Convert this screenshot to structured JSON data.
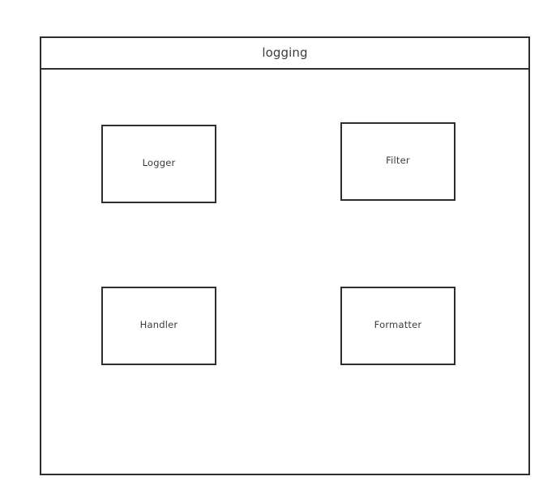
{
  "diagram": {
    "type": "uml-package-diagram",
    "background_color": "#ffffff",
    "line_color": "#2b2d2e",
    "text_color": "#3a3c3d",
    "package": {
      "name": "logging",
      "classes": [
        {
          "id": "logger",
          "name": "Logger"
        },
        {
          "id": "filter",
          "name": "Filter"
        },
        {
          "id": "handler",
          "name": "Handler"
        },
        {
          "id": "formatter",
          "name": "Formatter"
        }
      ]
    }
  }
}
